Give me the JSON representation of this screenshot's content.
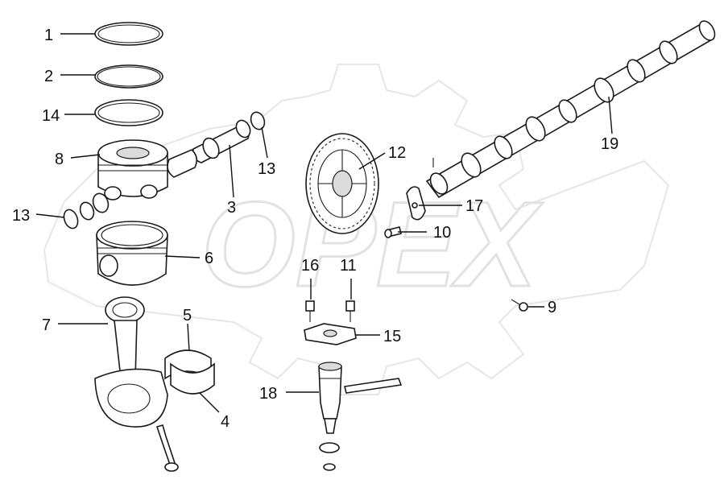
{
  "diagram": {
    "watermark": "OPEX",
    "callouts": [
      {
        "id": "c1",
        "label": "1"
      },
      {
        "id": "c2",
        "label": "2"
      },
      {
        "id": "c14",
        "label": "14"
      },
      {
        "id": "c8",
        "label": "8"
      },
      {
        "id": "c13a",
        "label": "13"
      },
      {
        "id": "c13b",
        "label": "13"
      },
      {
        "id": "c3",
        "label": "3"
      },
      {
        "id": "c6",
        "label": "6"
      },
      {
        "id": "c7",
        "label": "7"
      },
      {
        "id": "c5",
        "label": "5"
      },
      {
        "id": "c4",
        "label": "4"
      },
      {
        "id": "c12",
        "label": "12"
      },
      {
        "id": "c19",
        "label": "19"
      },
      {
        "id": "c17",
        "label": "17"
      },
      {
        "id": "c10",
        "label": "10"
      },
      {
        "id": "c16",
        "label": "16"
      },
      {
        "id": "c11",
        "label": "11"
      },
      {
        "id": "c9",
        "label": "9"
      },
      {
        "id": "c15",
        "label": "15"
      },
      {
        "id": "c18",
        "label": "18"
      }
    ]
  }
}
